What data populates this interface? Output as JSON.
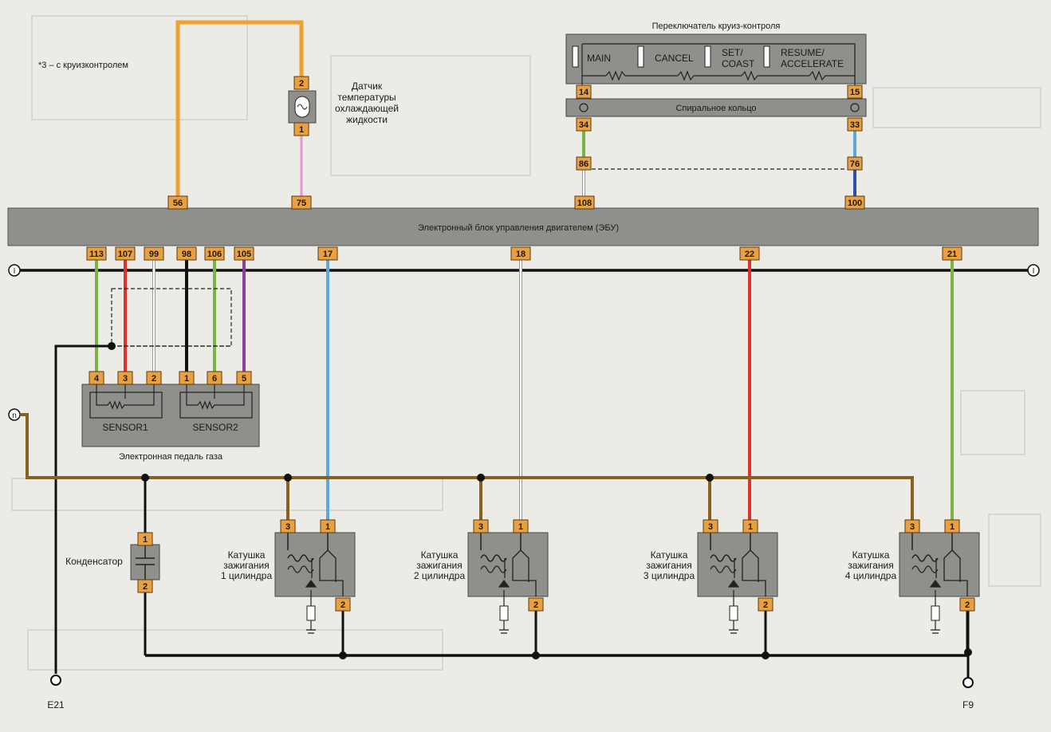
{
  "note": "*3 – с круизконтролем",
  "sensor": {
    "label": [
      "Датчик",
      "температуры",
      "охлаждающей",
      "жидкости"
    ],
    "pin_top": "2",
    "pin_bottom": "1"
  },
  "cruise": {
    "title": "Переключатель круиз-контроля",
    "buttons": [
      "MAIN",
      "CANCEL",
      "SET/",
      "COAST",
      "RESUME/",
      "ACCELERATE"
    ],
    "pins_top": [
      "14",
      "15"
    ],
    "spiral": "Спиральное кольцо",
    "pins_spiral": [
      "34",
      "33"
    ],
    "pins_mid": [
      "86",
      "76"
    ]
  },
  "ecu": {
    "title": "Электронный блок управления двигателем (ЭБУ)",
    "pins_top": [
      "56",
      "75",
      "108",
      "100"
    ],
    "pins_bottom": [
      "113",
      "107",
      "99",
      "98",
      "106",
      "105",
      "17",
      "18",
      "22",
      "21"
    ]
  },
  "bus_labels": {
    "ign": "I",
    "n": "n"
  },
  "pedal": {
    "title": "Электронная педаль газа",
    "sensor1": "SENSOR1",
    "sensor2": "SENSOR2",
    "pins": [
      "4",
      "3",
      "2",
      "1",
      "6",
      "5"
    ]
  },
  "capacitor": {
    "label": "Конденсатор",
    "pins": [
      "1",
      "2"
    ]
  },
  "coils": [
    {
      "l1": "Катушка",
      "l2": "зажигания",
      "l3": "1 цилиндра",
      "pins": [
        "3",
        "1",
        "2"
      ]
    },
    {
      "l1": "Катушка",
      "l2": "зажигания",
      "l3": "2 цилиндра",
      "pins": [
        "3",
        "1",
        "2"
      ]
    },
    {
      "l1": "Катушка",
      "l2": "зажигания",
      "l3": "3 цилиндра",
      "pins": [
        "3",
        "1",
        "2"
      ]
    },
    {
      "l1": "Катушка",
      "l2": "зажигания",
      "l3": "4 цилиндра",
      "pins": [
        "3",
        "1",
        "2"
      ]
    }
  ],
  "grounds": [
    "E21",
    "F9"
  ],
  "colors": {
    "orange": "#f0a030",
    "pink": "#e49ac8",
    "green": "#7cb342",
    "blue": "#5aa8e0",
    "navy": "#3050b0",
    "red": "#e0322d",
    "purple": "#8a3fa3",
    "brown": "#8a6020",
    "pin": "#e8a040",
    "gray": "#8b8b87",
    "dark": "#111111",
    "white": "#f4f4f4"
  }
}
